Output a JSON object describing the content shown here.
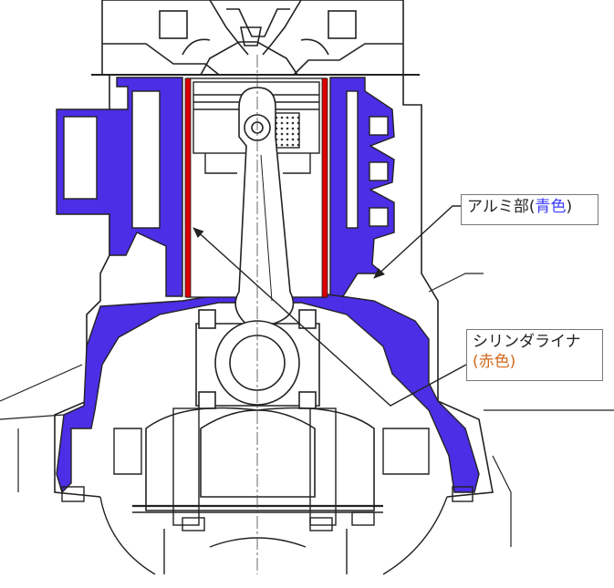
{
  "colors": {
    "aluminum": "#4b2ee6",
    "liner": "#d90000",
    "line": "#222222",
    "callout_blue": "#3a3aff",
    "callout_red": "#d2691e"
  },
  "labels": {
    "aluminum": {
      "prefix": "アルミ部(",
      "color_word": "青色",
      "suffix": ")"
    },
    "liner": {
      "line1": "シリンダライナ",
      "prefix": "(",
      "color_word": "赤色",
      "suffix": ")"
    }
  }
}
